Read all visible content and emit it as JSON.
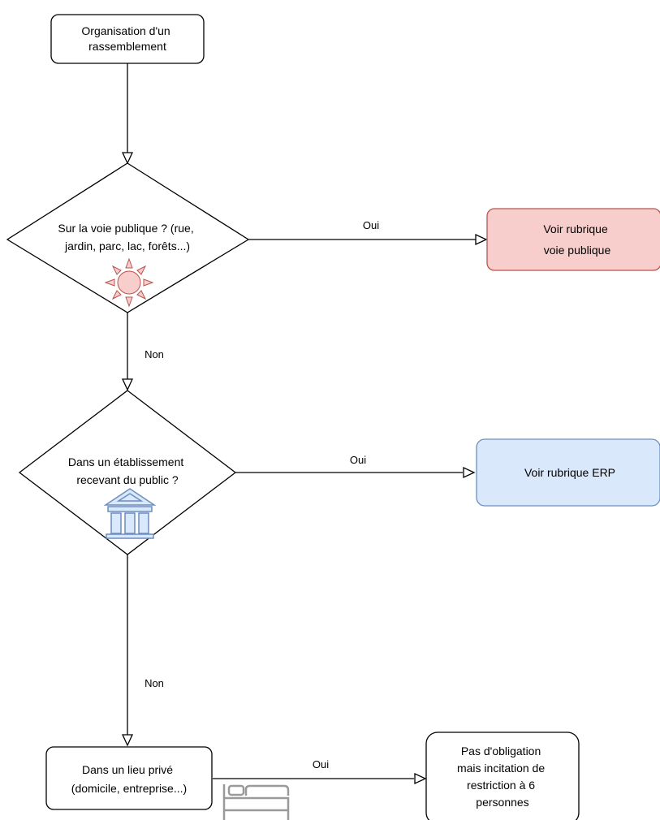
{
  "nodes": {
    "start": {
      "lines": [
        "Organisation d'un",
        "rassemblement"
      ]
    },
    "decision_public_road": {
      "lines": [
        "Sur la voie publique ? (rue,",
        "jardin, parc, lac, forêts...)"
      ]
    },
    "result_public_road": {
      "lines": [
        "Voir rubrique",
        "voie publique"
      ]
    },
    "decision_erp": {
      "lines": [
        "Dans un établissement",
        "recevant du public ?"
      ]
    },
    "result_erp": {
      "lines": [
        "Voir rubrique ERP"
      ]
    },
    "private_place": {
      "lines": [
        "Dans un lieu privé",
        "(domicile, entreprise...)"
      ]
    },
    "result_private": {
      "lines": [
        "Pas d'obligation",
        "mais incitation de",
        "restriction à 6",
        "personnes"
      ]
    }
  },
  "edges": {
    "public_yes": "Oui",
    "public_no": "Non",
    "erp_yes": "Oui",
    "erp_no": "Non",
    "private_yes": "Oui"
  },
  "icons": [
    "sun-icon",
    "public-building-icon",
    "bed-icon"
  ],
  "colors": {
    "stroke": "#000000",
    "red_fill": "#f8cecc",
    "red_stroke": "#b85450",
    "blue_fill": "#dae8fc",
    "blue_stroke": "#6c8ebf",
    "sun_fill": "#f8cecc",
    "sun_stroke": "#b85450",
    "building_fill": "#dae8fc",
    "building_stroke": "#6c8ebf",
    "bed_stroke": "#9a9a9a"
  }
}
